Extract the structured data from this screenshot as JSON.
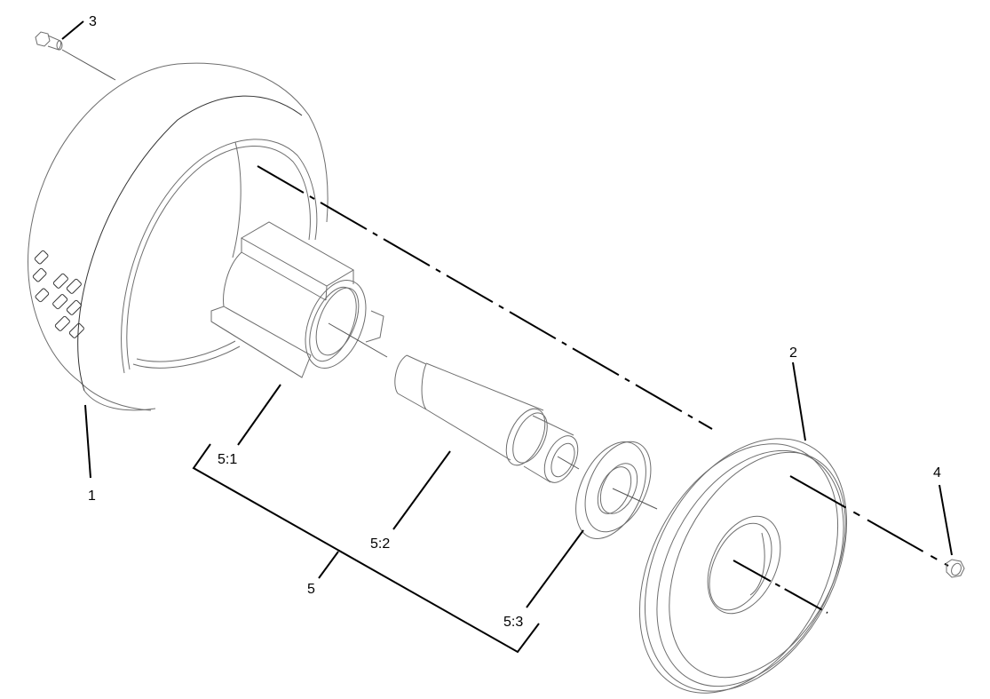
{
  "diagram": {
    "type": "exploded-parts-view",
    "subject": "wheel assembly",
    "line_color": "#000000",
    "part_outline_color": "#6e6e6e",
    "background": "#ffffff"
  },
  "callouts": [
    {
      "id": "1",
      "label": "1",
      "part": "tire / wheel"
    },
    {
      "id": "2",
      "label": "2",
      "part": "wheel half (hub side)"
    },
    {
      "id": "3",
      "label": "3",
      "part": "bolt"
    },
    {
      "id": "4",
      "label": "4",
      "part": "nut"
    },
    {
      "id": "5",
      "label": "5",
      "part": "bearing kit"
    },
    {
      "id": "5:1",
      "label": "5:1",
      "part": "bearing housing"
    },
    {
      "id": "5:2",
      "label": "5:2",
      "part": "spacer / shaft"
    },
    {
      "id": "5:3",
      "label": "5:3",
      "part": "washer"
    }
  ]
}
